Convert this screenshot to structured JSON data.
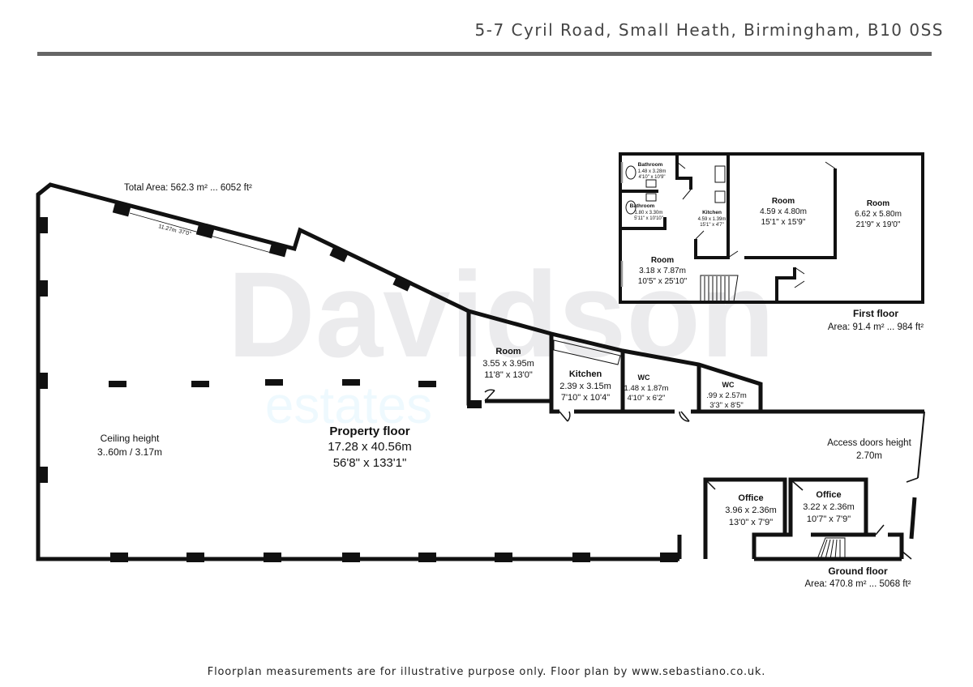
{
  "header": {
    "address": "5-7 Cyril Road, Small Heath, Birmingham, B10 0SS"
  },
  "watermark": {
    "brand": "Davidson",
    "sub": "estates"
  },
  "ground_floor": {
    "total_area": "Total Area: 562.3 m² ... 6052 ft²",
    "dim_line": "11.27m",
    "dim_line_ft": "37'0\"",
    "ceiling_label": "Ceiling height",
    "ceiling_value": "3..60m / 3.17m",
    "property_title": "Property floor",
    "property_m": "17.28 x 40.56m",
    "property_ft": "56'8\" x 133'1\"",
    "room": {
      "name": "Room",
      "m": "3.55 x 3.95m",
      "ft": "11'8\" x 13'0\""
    },
    "kitchen": {
      "name": "Kitchen",
      "m": "2.39 x 3.15m",
      "ft": "7'10\" x 10'4\""
    },
    "wc1": {
      "name": "WC",
      "m": "1.48 x 1.87m",
      "ft": "4'10\" x 6'2\""
    },
    "wc2": {
      "name": "WC",
      "m": ".99 x 2.57m",
      "ft": "3'3\" x 8'5\""
    },
    "access_label": "Access doors height",
    "access_value": "2.70m",
    "office1": {
      "name": "Office",
      "m": "3.96 x 2.36m",
      "ft": "13'0\" x 7'9\""
    },
    "office2": {
      "name": "Office",
      "m": "3.22 x 2.36m",
      "ft": "10'7\" x 7'9\""
    },
    "floor_name": "Ground floor",
    "floor_area": "Area: 470.8 m² ... 5068 ft²"
  },
  "first_floor": {
    "bath1": {
      "name": "Bathroom",
      "m": "1.48 x 3.28m",
      "ft": "4'10\" x 10'9\""
    },
    "bath2": {
      "name": "Bathroom",
      "m": "1.80 x 3.30m",
      "ft": "5'11\" x 10'10\""
    },
    "kitchen": {
      "name": "Kitchen",
      "m": "4.59 x 1.39m",
      "ft": "15'1\" x 4'7\""
    },
    "room_left": {
      "name": "Room",
      "m": "3.18 x 7.87m",
      "ft": "10'5\" x 25'10\""
    },
    "room_mid": {
      "name": "Room",
      "m": "4.59 x 4.80m",
      "ft": "15'1\" x 15'9\""
    },
    "room_right": {
      "name": "Room",
      "m": "6.62 x 5.80m",
      "ft": "21'9\" x 19'0\""
    },
    "floor_name": "First floor",
    "floor_area": "Area: 91.4 m² ... 984 ft²"
  },
  "footer": {
    "disclaimer": "Floorplan measurements are for illustrative purpose only. Floor plan by www.sebastiano.co.uk."
  }
}
